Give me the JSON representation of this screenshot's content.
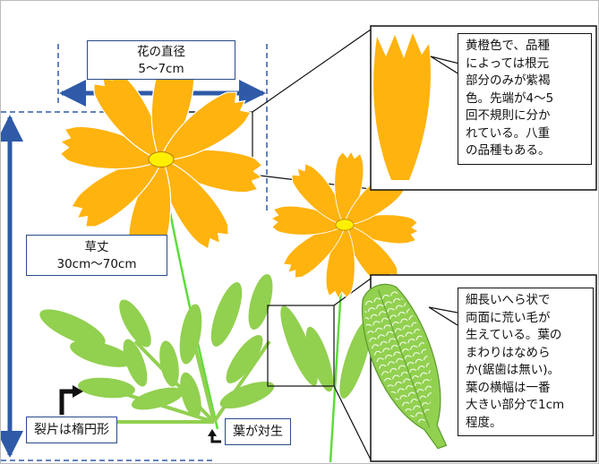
{
  "diameter_label": {
    "title": "花の直径",
    "value": "5～7cm"
  },
  "height_label": {
    "title": "草丈",
    "value": "30cm～70cm"
  },
  "flower_note": {
    "lines": [
      "黄橙色で、品種",
      "によっては根元",
      "部分のみが紫褐",
      "色。先端が4～5",
      "回不規則に分か",
      "れている。八重",
      "の品種もある。"
    ]
  },
  "leaf_note": {
    "lines": [
      "細長いへら状で",
      "両面に荒い毛が",
      "生えている。葉の",
      "まわりはなめら",
      "か(鋸歯は無い)。",
      "葉の横幅は一番",
      "大きい部分で1cm",
      "程度。"
    ]
  },
  "leaflet_label": "裂片は楕円形",
  "opposite_label": "葉が対生",
  "colors": {
    "petal": "#ffb30f",
    "center": "#ffef00",
    "leaf": "#92d050",
    "stem": "#5fdc3c",
    "guide": "#2e5aa8",
    "frame": "#1f3a70"
  }
}
